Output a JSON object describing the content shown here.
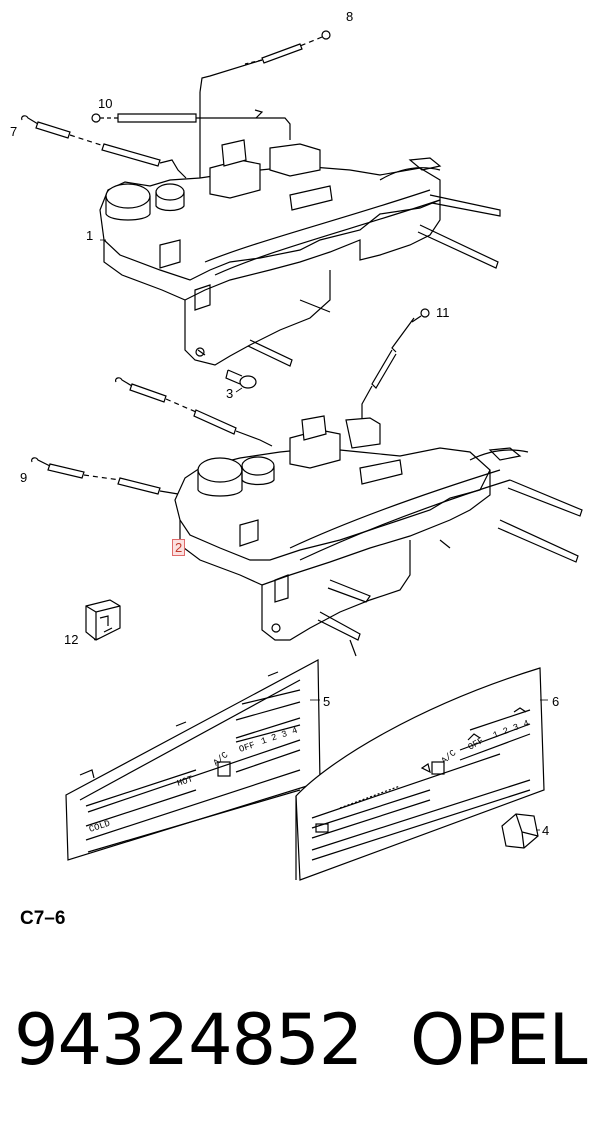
{
  "diagram": {
    "callouts": [
      {
        "id": "8",
        "label": "8"
      },
      {
        "id": "10",
        "label": "10"
      },
      {
        "id": "7",
        "label": "7"
      },
      {
        "id": "1",
        "label": "1"
      },
      {
        "id": "11",
        "label": "11"
      },
      {
        "id": "3",
        "label": "3"
      },
      {
        "id": "9",
        "label": "9"
      },
      {
        "id": "2",
        "label": "2"
      },
      {
        "id": "12",
        "label": "12"
      },
      {
        "id": "5",
        "label": "5"
      },
      {
        "id": "6",
        "label": "6"
      },
      {
        "id": "4",
        "label": "4"
      }
    ],
    "highlighted_callout": "2",
    "panel_left_labels": {
      "cold": "COLD",
      "hot": "HOT",
      "ac": "A/C",
      "off": "OFF",
      "speeds": "1 2 3 4"
    },
    "panel_right_labels": {
      "ac": "A/C",
      "off": "OFF",
      "speeds": "1 2 3 4"
    }
  },
  "section_code": "C7–6",
  "part_number": "94324852",
  "brand": "OPEL"
}
